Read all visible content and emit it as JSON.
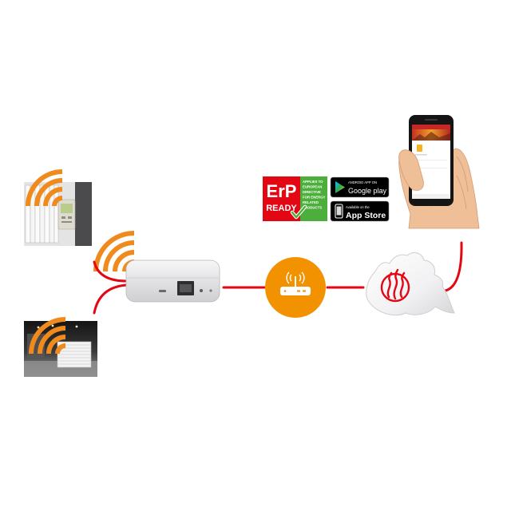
{
  "badges": {
    "erp": {
      "line1": "ErP",
      "line2": "READY",
      "directive": [
        "APPLIES TO",
        "EUROPEAN",
        "DIRECTIVE",
        "FOR ENERGY",
        "RELATED",
        "PRODUCTS"
      ]
    },
    "google_play": {
      "small": "ANDROID APP ON",
      "large": "Google play"
    },
    "app_store": {
      "small": "Available on the",
      "large": "App Store"
    }
  },
  "colors": {
    "wifi_orange": "#f08a1c",
    "router_orange": "#f39200",
    "link_red": "#e30613",
    "erp_red": "#e30613",
    "erp_green": "#4cae3b",
    "badge_black": "#000000",
    "skin": "#efbf98"
  },
  "icons": {
    "wifi": "wifi-signal-icon",
    "router": "router-icon",
    "flame": "flame-icon",
    "google_play": "play-store-icon",
    "app_store": "app-store-icon",
    "check": "checkmark-icon"
  }
}
